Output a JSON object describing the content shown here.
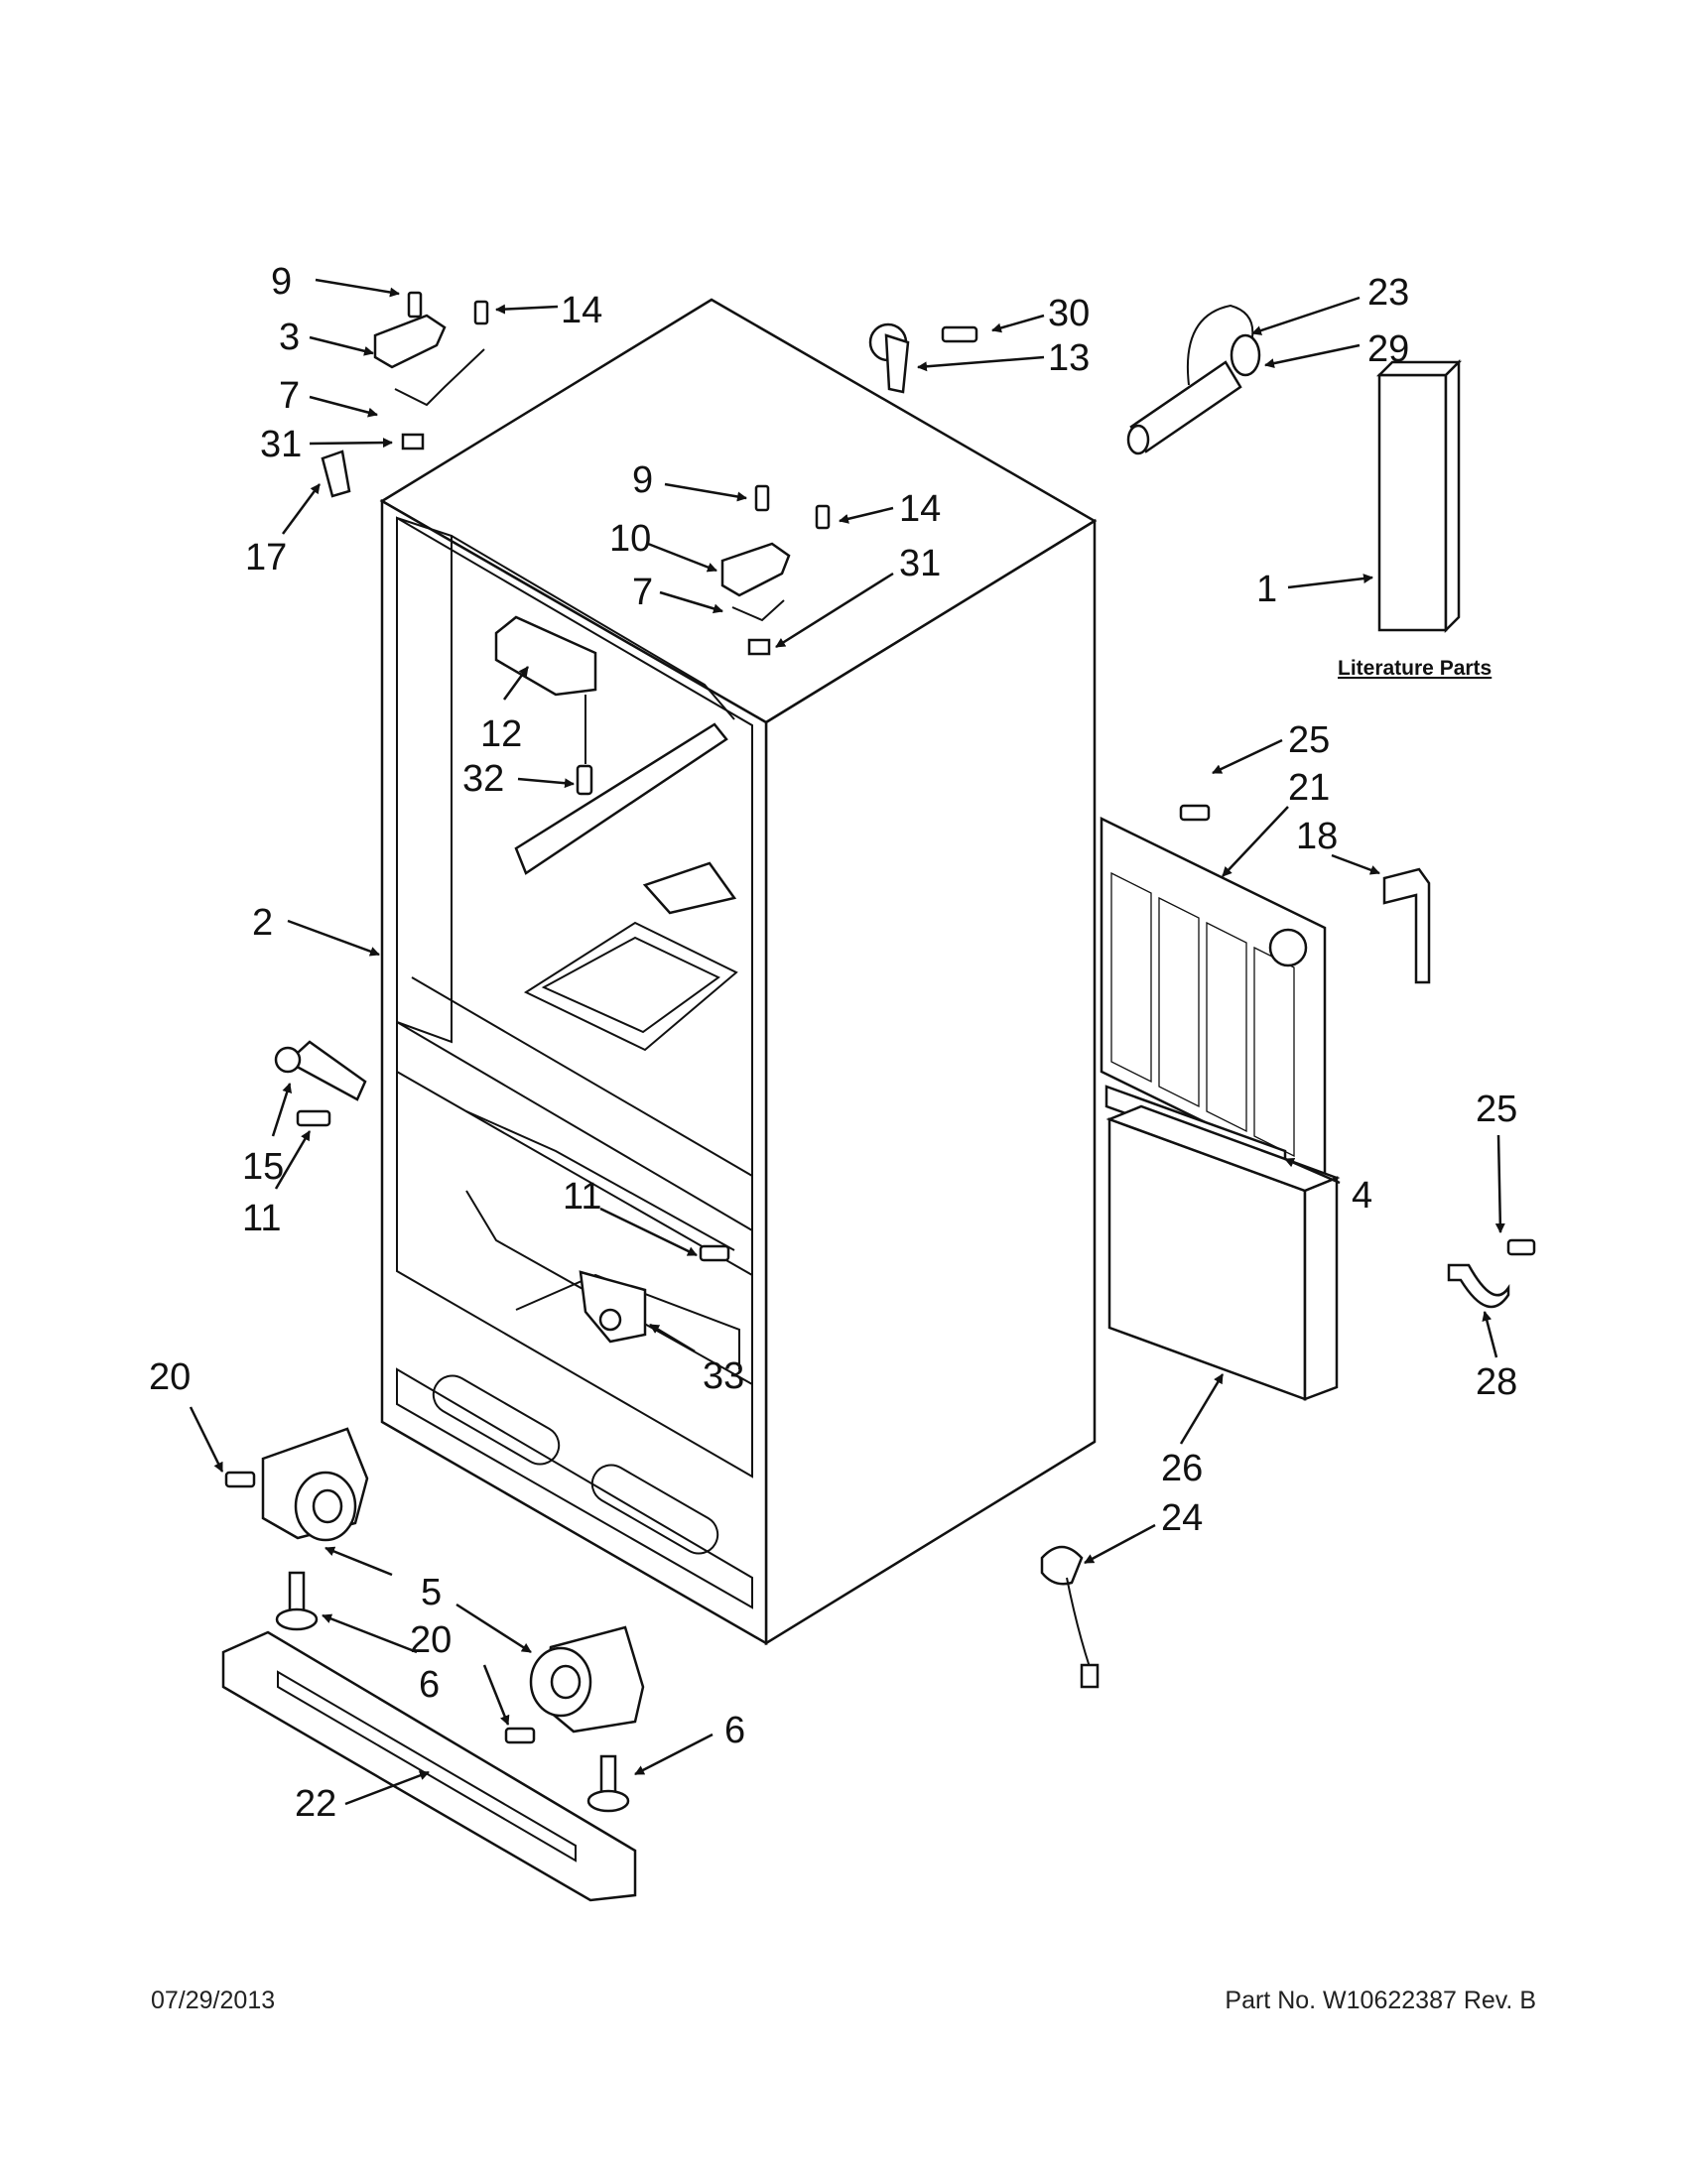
{
  "diagram": {
    "labels": [
      "9",
      "14",
      "3",
      "7",
      "31",
      "17",
      "30",
      "13",
      "23",
      "29",
      "9",
      "14",
      "10",
      "31",
      "7",
      "1",
      "12",
      "32",
      "25",
      "21",
      "18",
      "2",
      "15",
      "11",
      "11",
      "25",
      "4",
      "33",
      "28",
      "20",
      "26",
      "24",
      "5",
      "20",
      "6",
      "6",
      "22"
    ],
    "literature_label": "Literature Parts"
  },
  "footer": {
    "date": "07/29/2013",
    "part_number": "Part No.  W10622387  Rev.  B"
  }
}
